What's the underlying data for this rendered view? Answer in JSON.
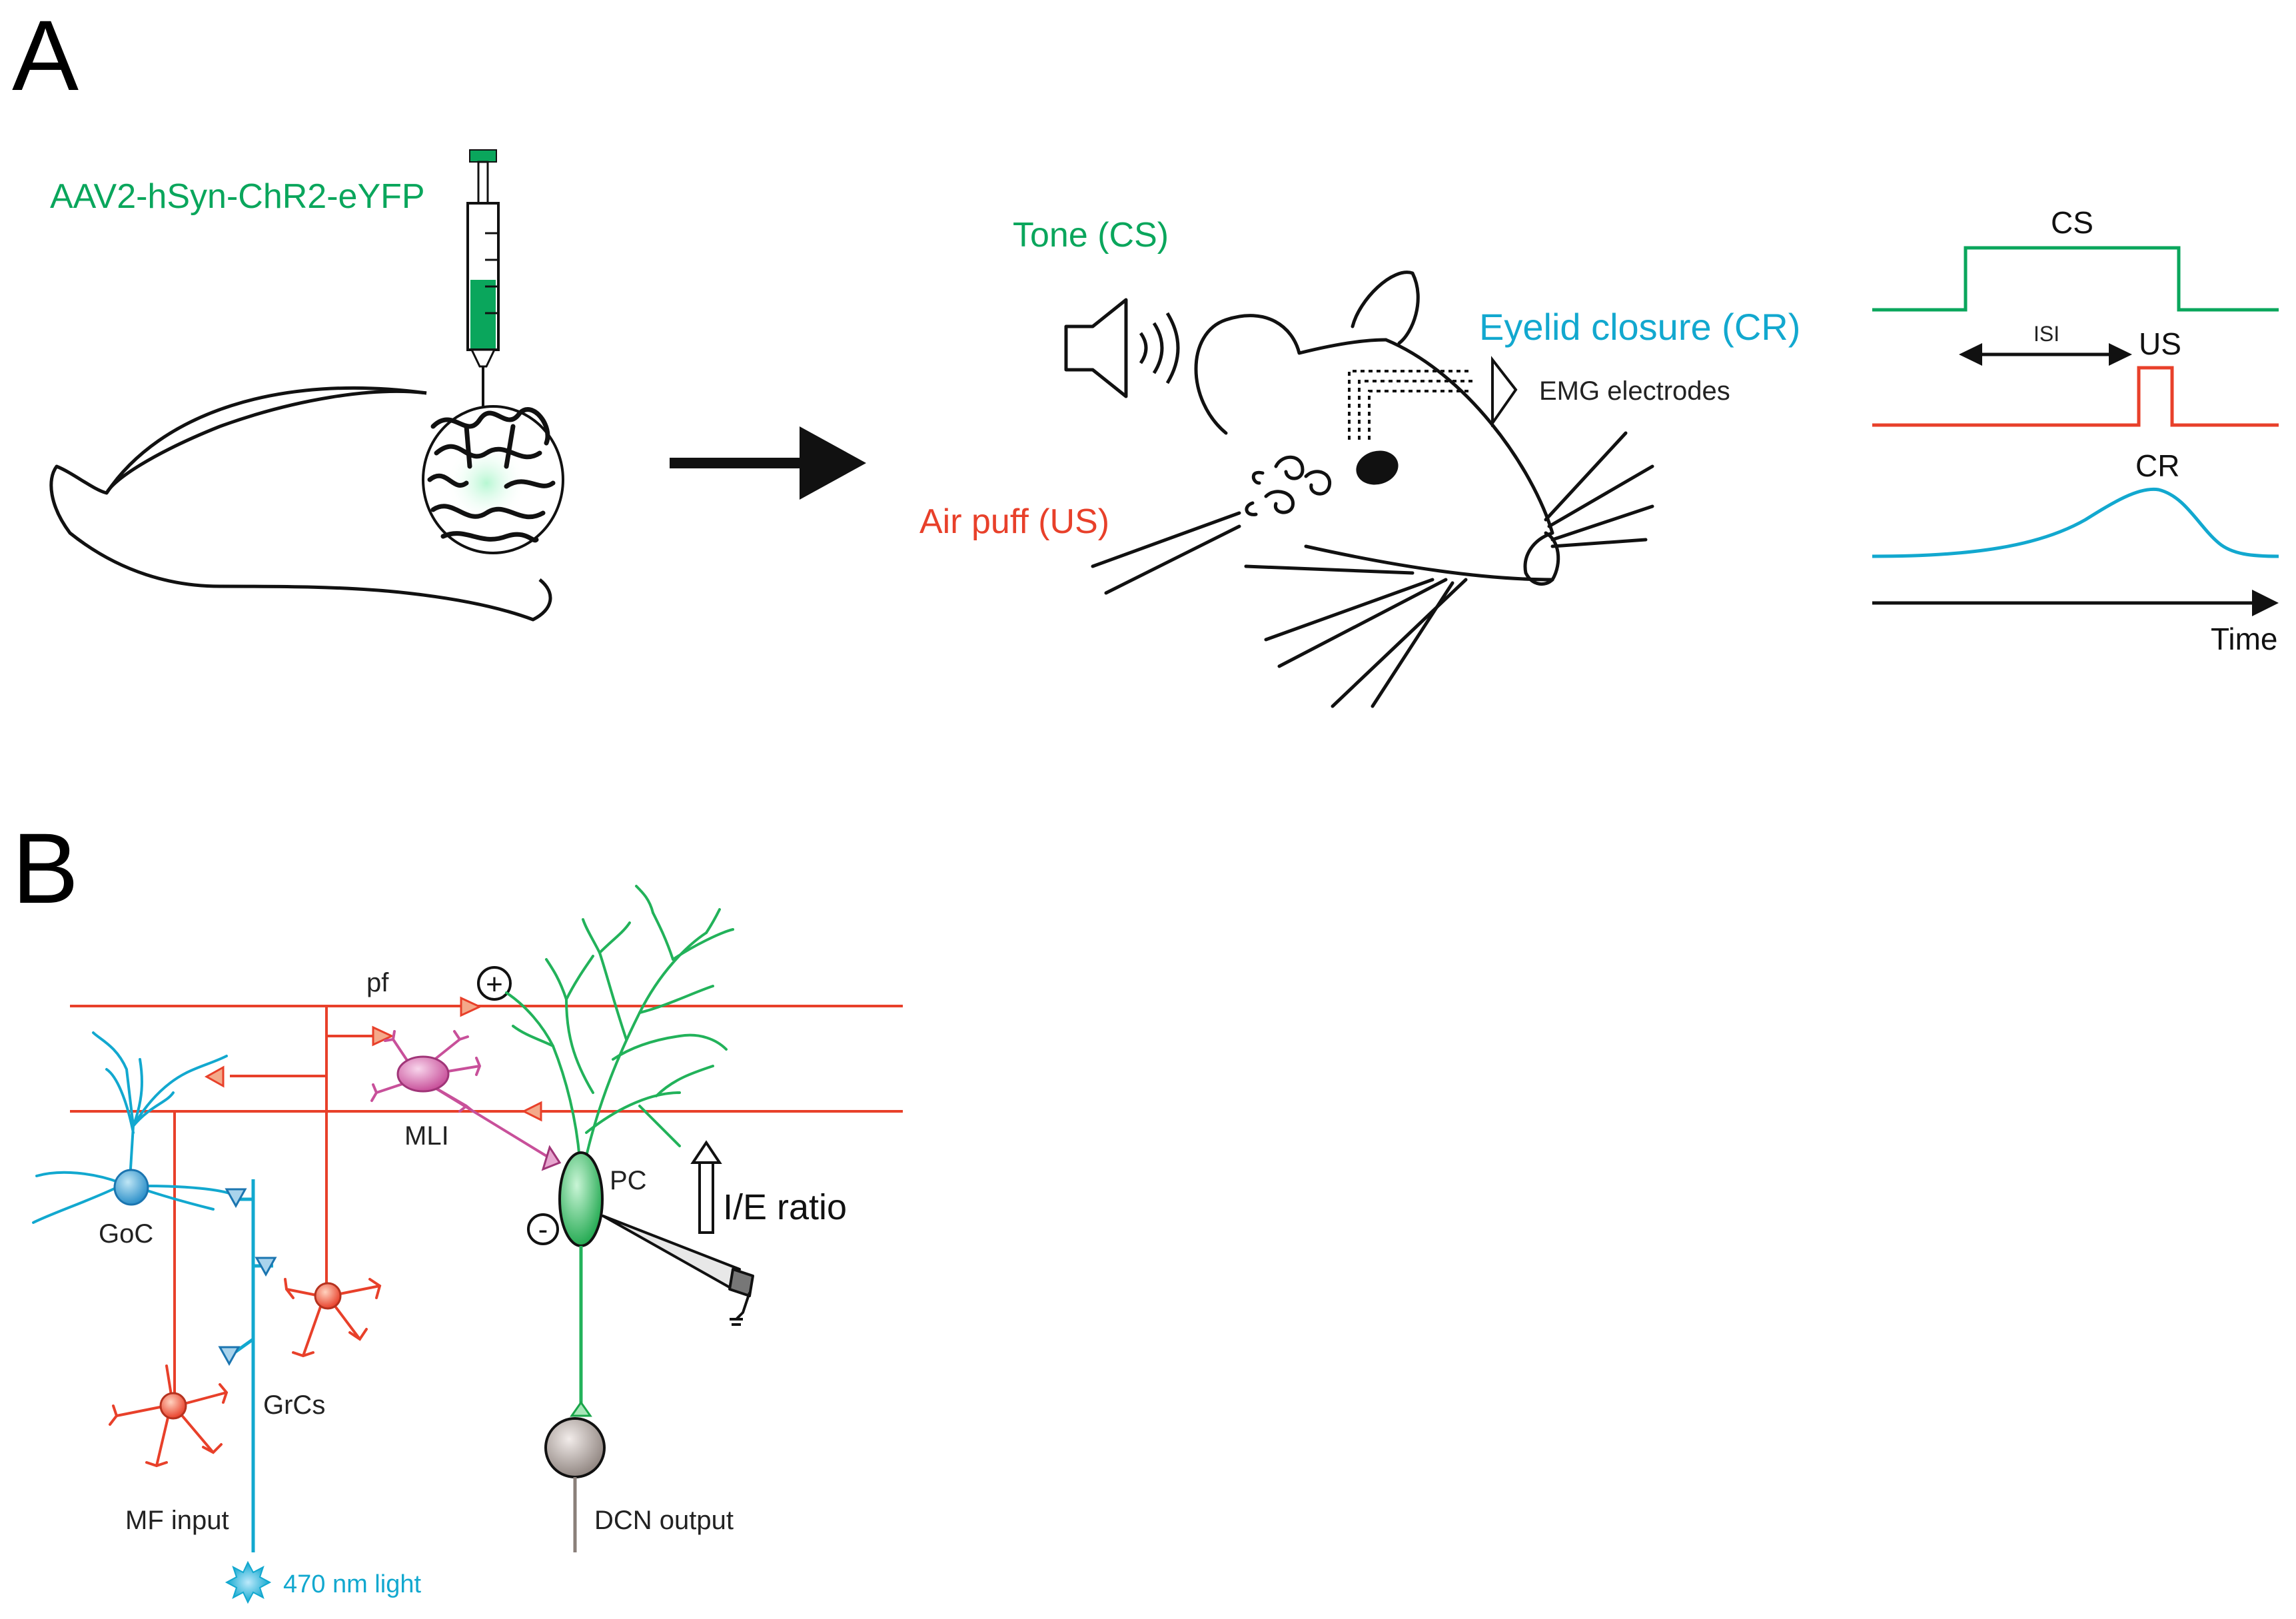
{
  "panels": {
    "a_letter": "A",
    "b_letter": "B"
  },
  "panel_a": {
    "virus": "AAV2-hSyn-ChR2-eYFP",
    "tone": "Tone (CS)",
    "air_puff": "Air puff (US)",
    "eyelid": "Eyelid closure (CR)",
    "emg": "EMG electrodes",
    "timeline": {
      "cs": "CS",
      "isi": "ISI",
      "us": "US",
      "cr": "CR",
      "time": "Time"
    }
  },
  "panel_b": {
    "pf": "pf",
    "plus": "+",
    "minus": "-",
    "mli": "MLI",
    "pc": "PC",
    "ie_ratio": "I/E ratio",
    "goc": "GoC",
    "grcs": "GrCs",
    "mf_input": "MF input",
    "dcn_output": "DCN output",
    "light": "470 nm light"
  },
  "colors": {
    "green": "#0aa65c",
    "red": "#e8402a",
    "cyan": "#12a8cf",
    "magenta": "#c8509a",
    "pc_green": "#22c25a",
    "dcn_gray": "#8a7f7a"
  }
}
